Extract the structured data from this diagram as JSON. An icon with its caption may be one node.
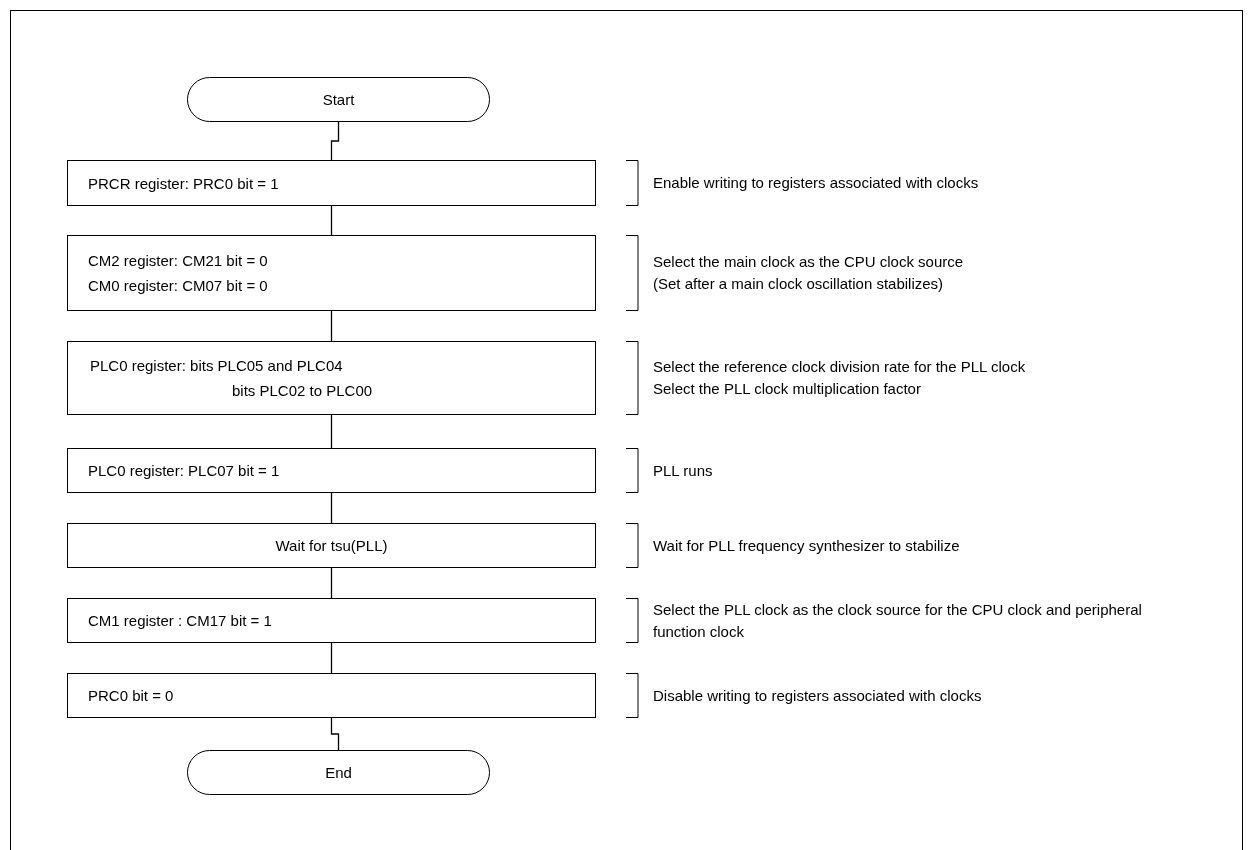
{
  "diagram": {
    "nodes": [
      {
        "text": [
          "Start"
        ]
      },
      {
        "text": [
          "PRCR register: PRC0 bit = 1"
        ],
        "beside": [
          "Enable writing to registers associated with clocks"
        ]
      },
      {
        "text": [
          "CM2 register: CM21 bit = 0",
          "CM0 register: CM07 bit = 0"
        ],
        "beside": [
          "Select the main clock as the CPU clock source",
          "(Set after a main clock oscillation stabilizes)"
        ]
      },
      {
        "text": [
          "PLC0 register: bits PLC05 and PLC04",
          "bits PLC02 to PLC00"
        ],
        "beside": [
          "Select the reference clock division rate for the PLL clock",
          "Select the PLL clock multiplication factor"
        ]
      },
      {
        "text": [
          "PLC0 register: PLC07 bit = 1"
        ],
        "beside": [
          "PLL runs"
        ]
      },
      {
        "text": [
          "Wait for tsu(PLL)"
        ],
        "beside": [
          "Wait for PLL frequency synthesizer to stabilize"
        ]
      },
      {
        "text": [
          "CM1 register : CM17 bit = 1"
        ],
        "beside": [
          "Select the PLL clock as the clock source for the CPU clock and peripheral function clock"
        ]
      },
      {
        "text": [
          "PRC0 bit = 0"
        ],
        "beside": [
          "Disable writing to registers associated with clocks"
        ]
      },
      {
        "text": [
          "End"
        ]
      }
    ],
    "edges": [
      {
        "from": 0,
        "to": 1,
        "arrow": "none"
      },
      {
        "from": 1,
        "to": 2,
        "arrow": "none"
      },
      {
        "from": 2,
        "to": 3,
        "arrow": "none"
      },
      {
        "from": 3,
        "to": 4,
        "arrow": "none"
      },
      {
        "from": 4,
        "to": 5,
        "arrow": "none"
      },
      {
        "from": 5,
        "to": 6,
        "arrow": "none"
      },
      {
        "from": 6,
        "to": 7,
        "arrow": "none"
      },
      {
        "from": 7,
        "to": 8,
        "arrow": "none"
      }
    ]
  }
}
